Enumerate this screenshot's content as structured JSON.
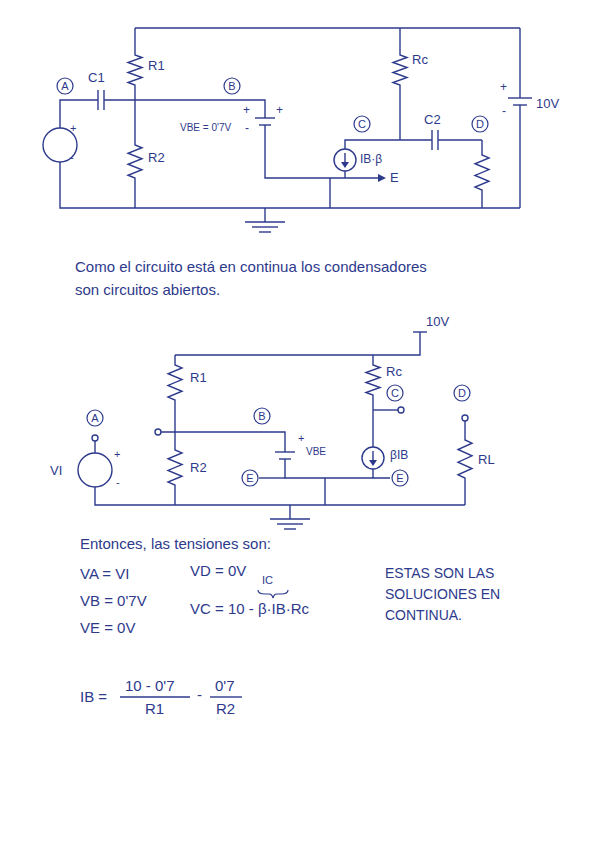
{
  "diagram": {
    "nodes": [
      {
        "text": [
          "A"
        ]
      },
      {
        "text": [
          "B"
        ]
      },
      {
        "text": [
          "C"
        ]
      },
      {
        "text": [
          "D"
        ]
      },
      {
        "text": [
          "A"
        ]
      },
      {
        "text": [
          "B"
        ]
      },
      {
        "text": [
          "C"
        ]
      },
      {
        "text": [
          "D"
        ]
      },
      {
        "text": [
          "E"
        ]
      },
      {
        "text": [
          "E"
        ]
      }
    ],
    "labels": [
      "C1",
      "R1",
      "R2",
      "VBE = 0'7V",
      "+",
      "+",
      "-",
      "Rc",
      "C2",
      "IB·β",
      "E",
      "10V",
      "+",
      "-",
      "+",
      "-",
      "Como el circuito está en continua los condensadores son circuitos abiertos.",
      "10V",
      "R1",
      "Rc",
      "VI",
      "+",
      "-",
      "R2",
      "+",
      "VBE",
      "βIB",
      "RL",
      "Entonces, las tensiones son:",
      "VA = VI",
      "VB = 0'7V",
      "VE = 0V",
      "VD = 0V",
      "IC",
      "VC = 10 - β·IB·Rc",
      "ESTAS SON LAS SOLUCIONES EN CONTINUA.",
      "IB =",
      "10 - 0'7",
      "R1",
      "-",
      "0'7",
      "R2"
    ]
  }
}
